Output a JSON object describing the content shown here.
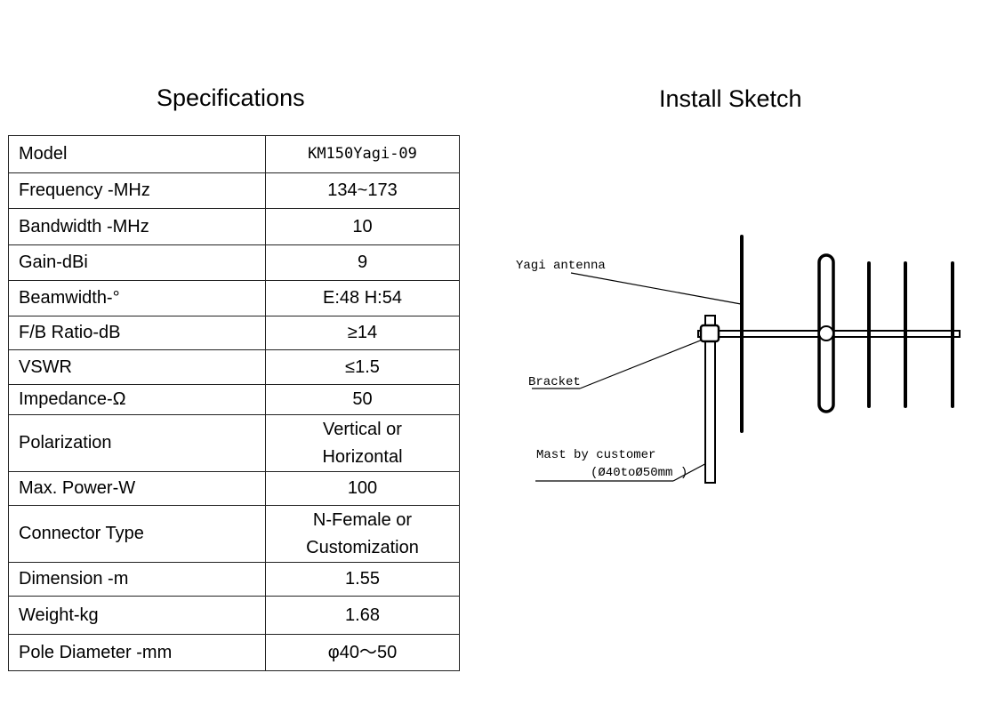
{
  "headings": {
    "specifications": "Specifications",
    "install_sketch": "Install Sketch"
  },
  "specs": [
    {
      "param": "Model",
      "value": [
        "KM150Yagi-09"
      ]
    },
    {
      "param": "Frequency -MHz",
      "value": [
        "134~173"
      ]
    },
    {
      "param": "Bandwidth -MHz",
      "value": [
        "10"
      ]
    },
    {
      "param": "Gain-dBi",
      "value": [
        "9"
      ]
    },
    {
      "param": "Beamwidth-°",
      "value": [
        "E:48    H:54"
      ]
    },
    {
      "param": "F/B Ratio-dB",
      "value": [
        "≥14"
      ]
    },
    {
      "param": "VSWR",
      "value": [
        "≤1.5"
      ]
    },
    {
      "param": "Impedance-Ω",
      "value": [
        "50"
      ]
    },
    {
      "param": "Polarization",
      "value": [
        "Vertical or",
        "Horizontal"
      ]
    },
    {
      "param": "Max. Power-W",
      "value": [
        "100"
      ]
    },
    {
      "param": "Connector Type",
      "value": [
        "N-Female or",
        "Customization"
      ]
    },
    {
      "param": "Dimension -m",
      "value": [
        "1.55"
      ]
    },
    {
      "param": "Weight-kg",
      "value": [
        "1.68"
      ]
    },
    {
      "param": "Pole Diameter -mm",
      "value": [
        "φ40～50"
      ]
    }
  ],
  "sketch": {
    "labels": {
      "antenna": "Yagi antenna",
      "bracket": "Bracket",
      "mast": "Mast by customer",
      "mast_size": "(Ø40toØ50mm )"
    }
  }
}
